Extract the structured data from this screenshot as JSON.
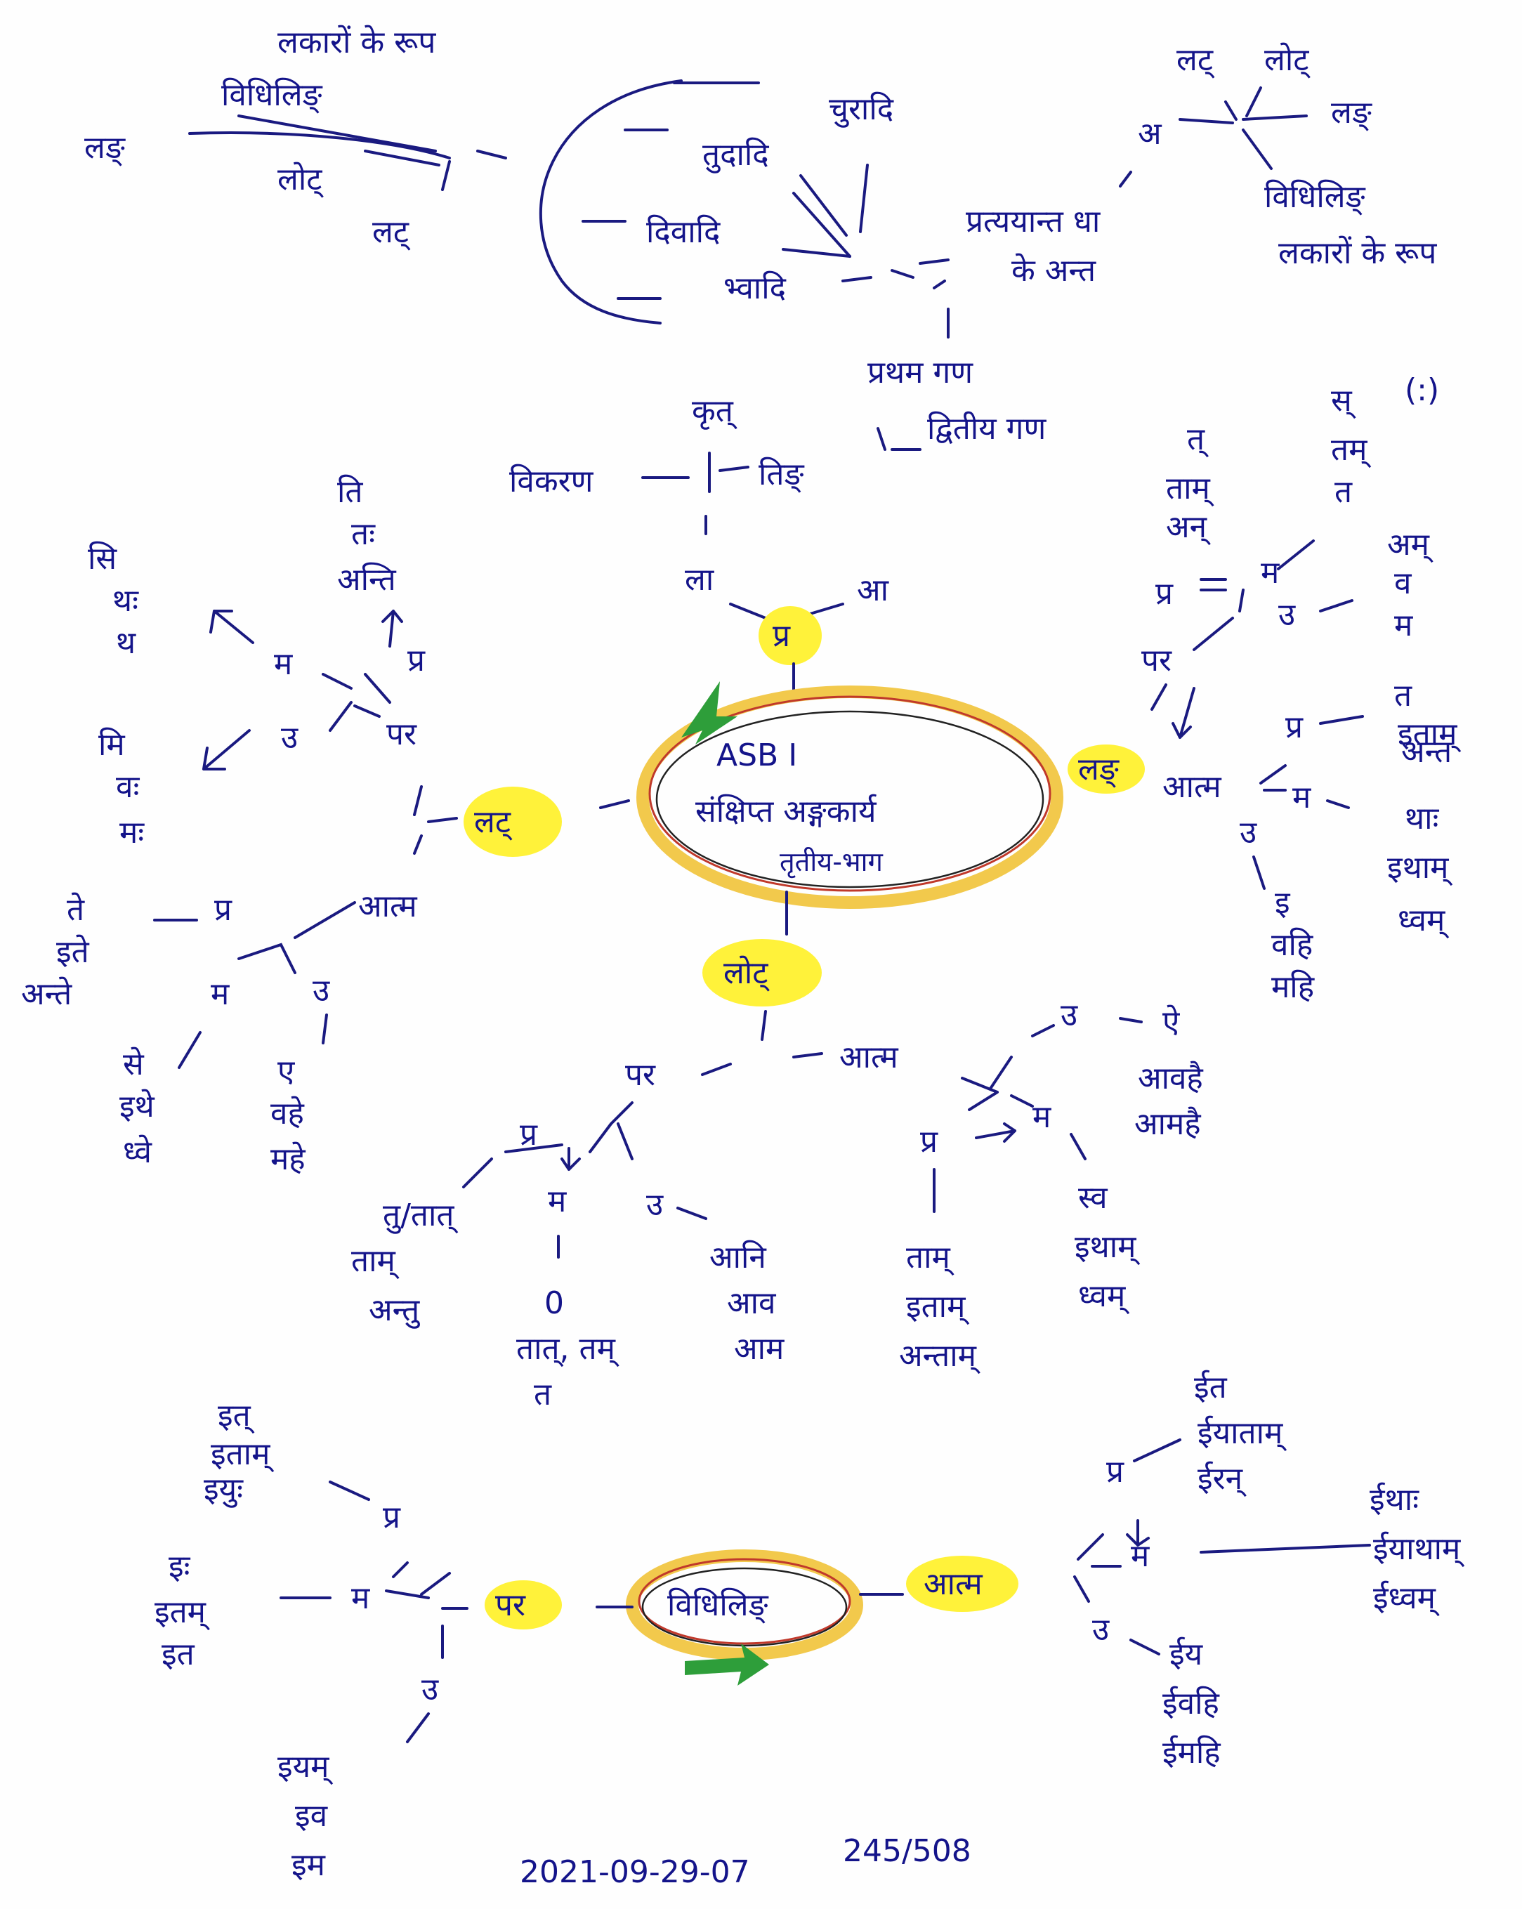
{
  "top_left": {
    "lakaron_ke_rup": "लकारों के रूप",
    "vidhilin": "विधिलिङ्",
    "lan": "लङ्",
    "lot": "लोट्",
    "lat": "लट्"
  },
  "ganas": {
    "churadi": "चुरादि",
    "tudadi": "तुदादि",
    "divadi": "दिवादि",
    "bhvadi": "भ्वादि",
    "pratyayanta": "प्रत्ययान्त धा",
    "ke_anta": "के अन्त",
    "pratham": "प्रथम गण",
    "dwitiya": "द्वितीय गण"
  },
  "top_right": {
    "a": "अ",
    "lat": "लट्",
    "lot": "लोट्",
    "lan": "लङ्",
    "vidhilin": "विधिलिङ्",
    "lakaron_ke_rup": "लकारों के रूप"
  },
  "upper_mid": {
    "krit": "कृत्",
    "vikaran": "विकरण",
    "tin": "तिङ्",
    "la": "ला",
    "aa": "आ",
    "pra": "प्र"
  },
  "center": {
    "line1": "ASB I",
    "line2": "संक्षिप्त अङ्गकार्य",
    "line3": "तृतीय-भाग"
  },
  "lat_branch": {
    "label": "लट्",
    "parasmai": "पर",
    "atmane": "आत्म",
    "p_m": "म",
    "p_u": "उ",
    "p_pra": "प्र",
    "p_pra_forms": [
      "ति",
      "तः",
      "अन्ति"
    ],
    "p_m_forms": [
      "सि",
      "थः",
      "थ"
    ],
    "p_u_forms": [
      "मि",
      "वः",
      "मः"
    ],
    "a_pra": "प्र",
    "a_m": "म",
    "a_u": "उ",
    "a_pra_forms": [
      "ते",
      "इते",
      "अन्ते"
    ],
    "a_m_forms": [
      "से",
      "इथे",
      "ध्वे"
    ],
    "a_u_forms": [
      "ए",
      "वहे",
      "महे"
    ]
  },
  "lan_branch": {
    "label": "लङ्",
    "parasmai": "पर",
    "atmane": "आत्म",
    "p_pra": "प्र",
    "p_m": "म",
    "p_u": "उ",
    "p_pra_forms": [
      "त्",
      "ताम्",
      "अन्"
    ],
    "p_m_forms": [
      "स्",
      "तम्",
      "त"
    ],
    "p_m_extra": "(:)",
    "p_u_forms": [
      "अम्",
      "व",
      "म"
    ],
    "a_pra": "प्र",
    "a_m": "म",
    "a_u": "उ",
    "a_pra_forms": [
      "त",
      "इताम्",
      "अन्त"
    ],
    "a_m_forms": [
      "थाः",
      "इथाम्",
      "ध्वम्"
    ],
    "a_u_forms": [
      "इ",
      "वहि",
      "महि"
    ]
  },
  "lot_branch": {
    "label": "लोट्",
    "parasmai": "पर",
    "atmane": "आत्म",
    "p_pra": "प्र",
    "p_m": "म",
    "p_u": "उ",
    "p_pra_forms": [
      "तु/तात्",
      "ताम्",
      "अन्तु"
    ],
    "p_m_forms": [
      "0",
      "तात्, तम्",
      "त"
    ],
    "p_u_forms": [
      "आनि",
      "आव",
      "आम"
    ],
    "a_pra": "प्र",
    "a_m": "म",
    "a_u": "उ",
    "a_pra_forms": [
      "ताम्",
      "इताम्",
      "अन्ताम्"
    ],
    "a_m_forms": [
      "स्व",
      "इथाम्",
      "ध्वम्"
    ],
    "a_u_forms": [
      "ऐ",
      "आवहै",
      "आमहै"
    ]
  },
  "vidhilin_branch": {
    "label": "विधिलिङ्",
    "parasmai": "पर",
    "atmane": "आत्म",
    "p_pra": "प्र",
    "p_m": "म",
    "p_u": "उ",
    "p_pra_forms": [
      "इत्",
      "इताम्",
      "इयुः"
    ],
    "p_m_forms": [
      "इः",
      "इतम्",
      "इत"
    ],
    "p_u_forms": [
      "इयम्",
      "इव",
      "इम"
    ],
    "a_pra": "प्र",
    "a_m": "म",
    "a_u": "उ",
    "a_pra_forms": [
      "ईत",
      "ईयाताम्",
      "ईरन्"
    ],
    "a_m_forms": [
      "ईथाः",
      "ईयाथाम्",
      "ईध्वम्"
    ],
    "a_u_forms": [
      "ईय",
      "ईवहि",
      "ईमहि"
    ]
  },
  "footer": {
    "date": "2021-09-29-07",
    "page": "245/508"
  },
  "colors": {
    "ink": "#14148a",
    "highlight": "#fff23a",
    "ring": "#f2c94c",
    "arrow": "#2e9e3a"
  }
}
